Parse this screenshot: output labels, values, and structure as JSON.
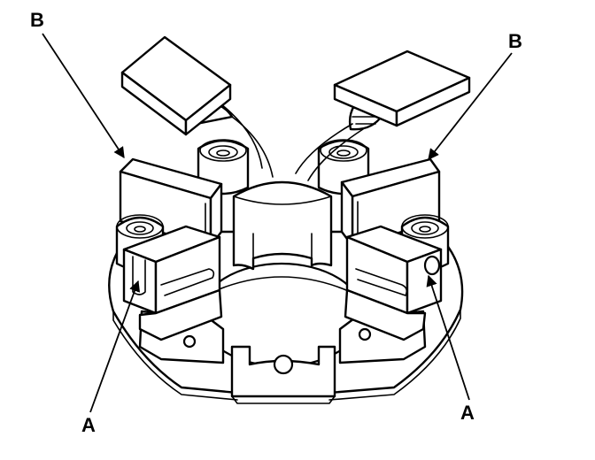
{
  "diagram": {
    "subject": "brush-holder",
    "callouts": {
      "b_left": "B",
      "b_right": "B",
      "a_left": "A",
      "a_right": "A"
    },
    "line_color": "#000000",
    "background_color": "#ffffff"
  }
}
